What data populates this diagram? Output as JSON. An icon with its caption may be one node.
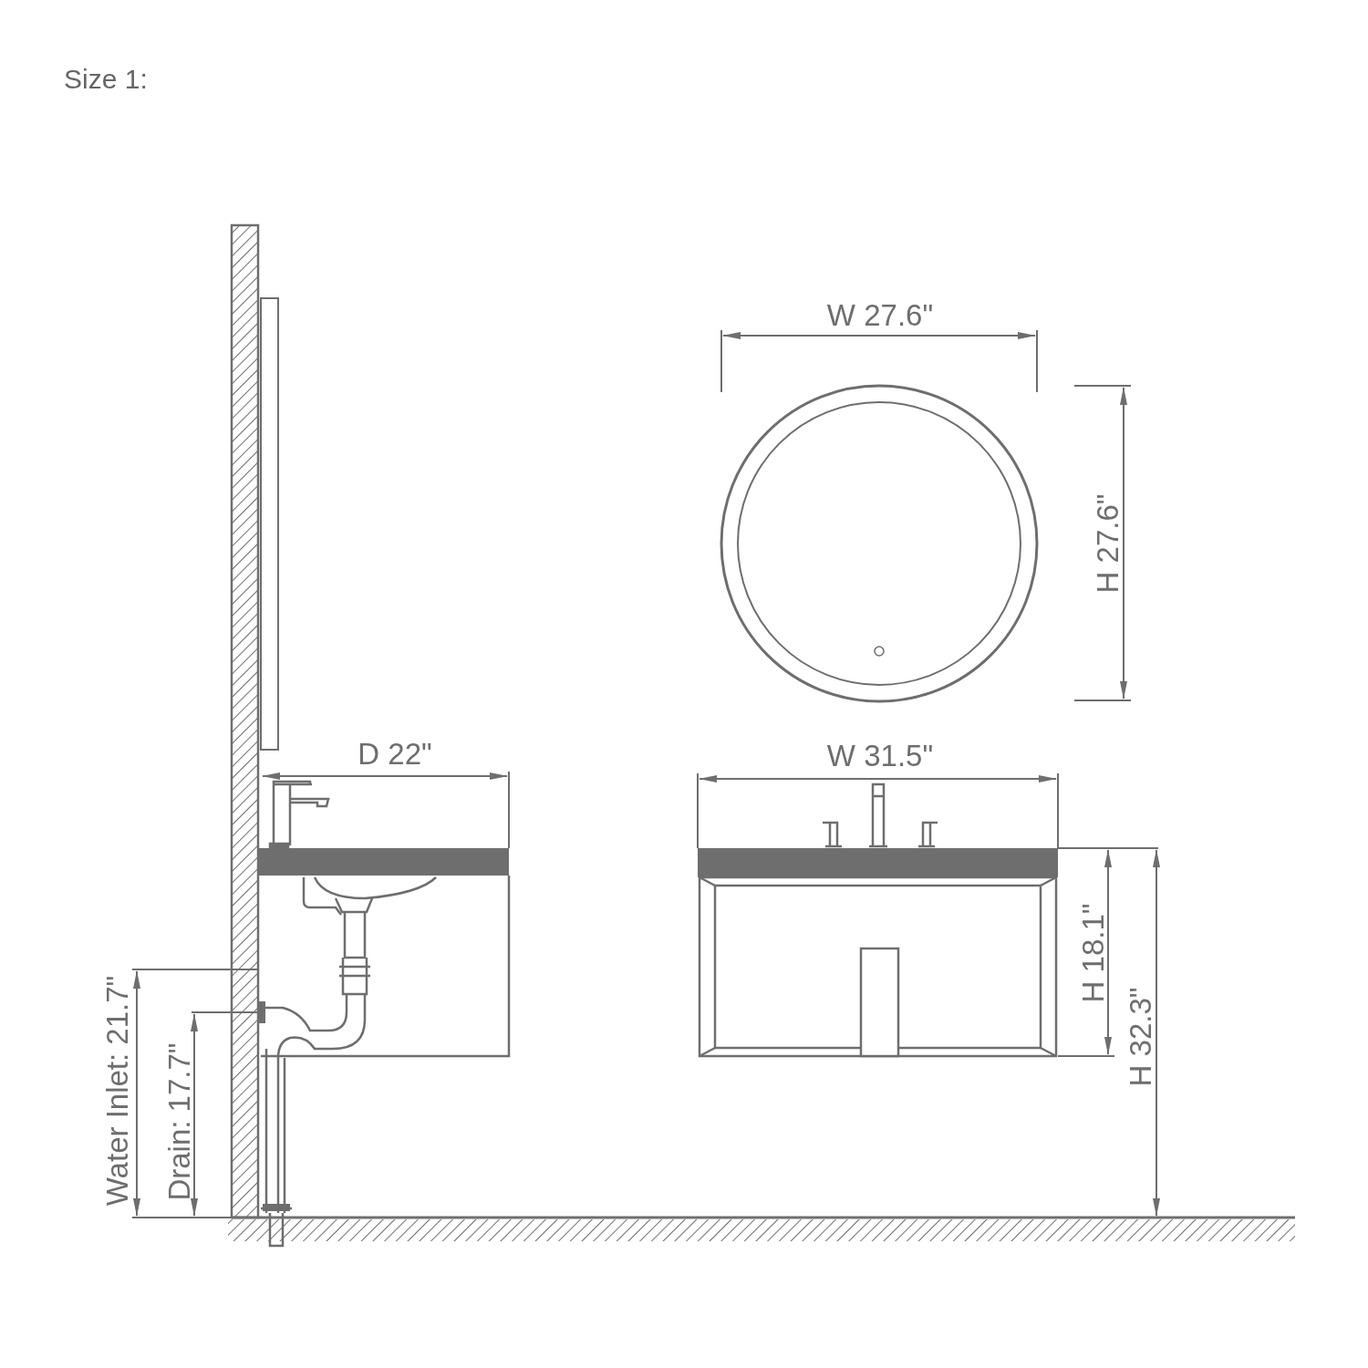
{
  "diagram": {
    "title": "Size 1:",
    "labels": [
      "W 27.6\"",
      "H 27.6\"",
      "D 22\"",
      "W 31.5\"",
      "H 18.1\"",
      "Water Inlet: 21.7\"",
      "Drain: 17.7\"",
      "H 32.3\""
    ]
  }
}
